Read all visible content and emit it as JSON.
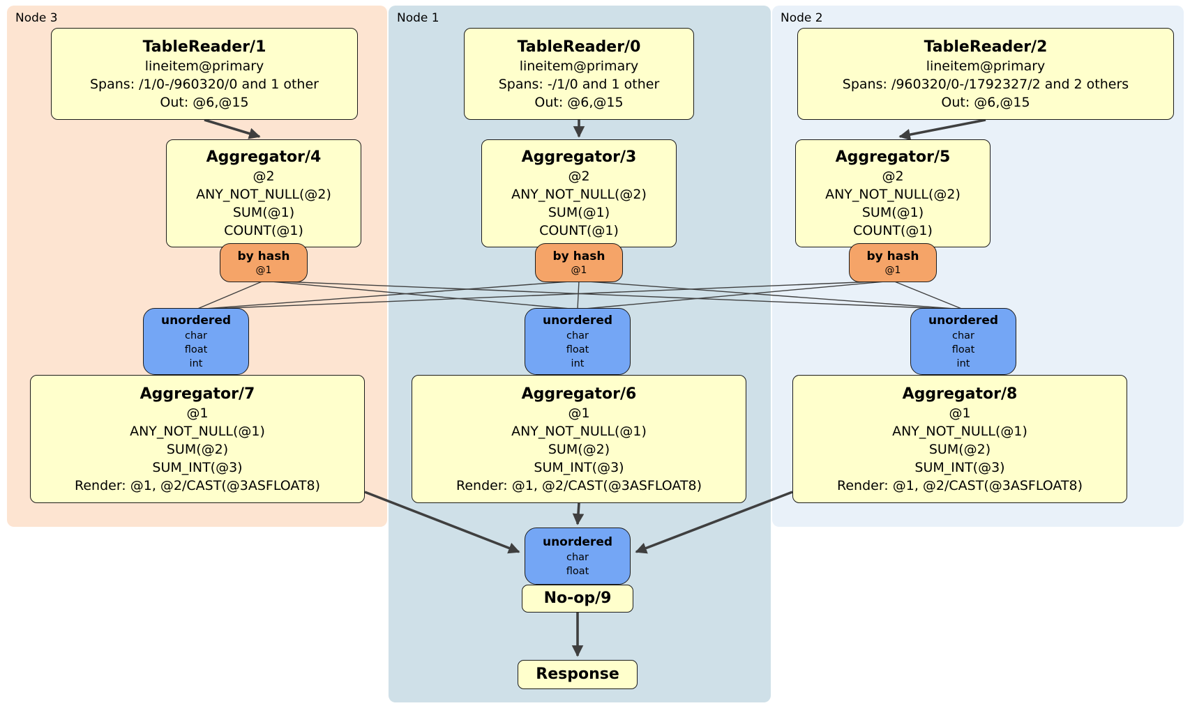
{
  "regions": {
    "node3": {
      "label": "Node 3"
    },
    "node1": {
      "label": "Node 1"
    },
    "node2": {
      "label": "Node 2"
    }
  },
  "processors": {
    "tablereader1": {
      "title": "TableReader/1",
      "lines": [
        "lineitem@primary",
        "Spans: /1/0-/960320/0 and 1 other",
        "Out: @6,@15"
      ]
    },
    "tablereader0": {
      "title": "TableReader/0",
      "lines": [
        "lineitem@primary",
        "Spans: -/1/0 and 1 other",
        "Out: @6,@15"
      ]
    },
    "tablereader2": {
      "title": "TableReader/2",
      "lines": [
        "lineitem@primary",
        "Spans: /960320/0-/1792327/2 and 2 others",
        "Out: @6,@15"
      ]
    },
    "aggregator4": {
      "title": "Aggregator/4",
      "lines": [
        "@2",
        "ANY_NOT_NULL(@2)",
        "SUM(@1)",
        "COUNT(@1)"
      ]
    },
    "aggregator3": {
      "title": "Aggregator/3",
      "lines": [
        "@2",
        "ANY_NOT_NULL(@2)",
        "SUM(@1)",
        "COUNT(@1)"
      ]
    },
    "aggregator5": {
      "title": "Aggregator/5",
      "lines": [
        "@2",
        "ANY_NOT_NULL(@2)",
        "SUM(@1)",
        "COUNT(@1)"
      ]
    },
    "router_node3": {
      "title": "by hash",
      "lines": [
        "@1"
      ]
    },
    "router_node1": {
      "title": "by hash",
      "lines": [
        "@1"
      ]
    },
    "router_node2": {
      "title": "by hash",
      "lines": [
        "@1"
      ]
    },
    "sync_node3": {
      "title": "unordered",
      "lines": [
        "char",
        "float",
        "int"
      ]
    },
    "sync_node1": {
      "title": "unordered",
      "lines": [
        "char",
        "float",
        "int"
      ]
    },
    "sync_node2": {
      "title": "unordered",
      "lines": [
        "char",
        "float",
        "int"
      ]
    },
    "aggregator7": {
      "title": "Aggregator/7",
      "lines": [
        "@1",
        "ANY_NOT_NULL(@1)",
        "SUM(@2)",
        "SUM_INT(@3)",
        "Render: @1, @2/CAST(@3ASFLOAT8)"
      ]
    },
    "aggregator6": {
      "title": "Aggregator/6",
      "lines": [
        "@1",
        "ANY_NOT_NULL(@1)",
        "SUM(@2)",
        "SUM_INT(@3)",
        "Render: @1, @2/CAST(@3ASFLOAT8)"
      ]
    },
    "aggregator8": {
      "title": "Aggregator/8",
      "lines": [
        "@1",
        "ANY_NOT_NULL(@1)",
        "SUM(@2)",
        "SUM_INT(@3)",
        "Render: @1, @2/CAST(@3ASFLOAT8)"
      ]
    },
    "final_sync": {
      "title": "unordered",
      "lines": [
        "char",
        "float"
      ]
    },
    "noop9": {
      "title": "No-op/9"
    },
    "response": {
      "title": "Response"
    }
  },
  "colors": {
    "node3_bg": "#fde4d1",
    "node1_bg": "#cfe0e8",
    "node2_bg": "#e9f1f9",
    "proc_fill": "#ffffcc",
    "router_fill": "#f5a468",
    "sync_fill": "#74a6f5",
    "box_border": "#1a1a1a",
    "edge": "#3f3f3f"
  }
}
